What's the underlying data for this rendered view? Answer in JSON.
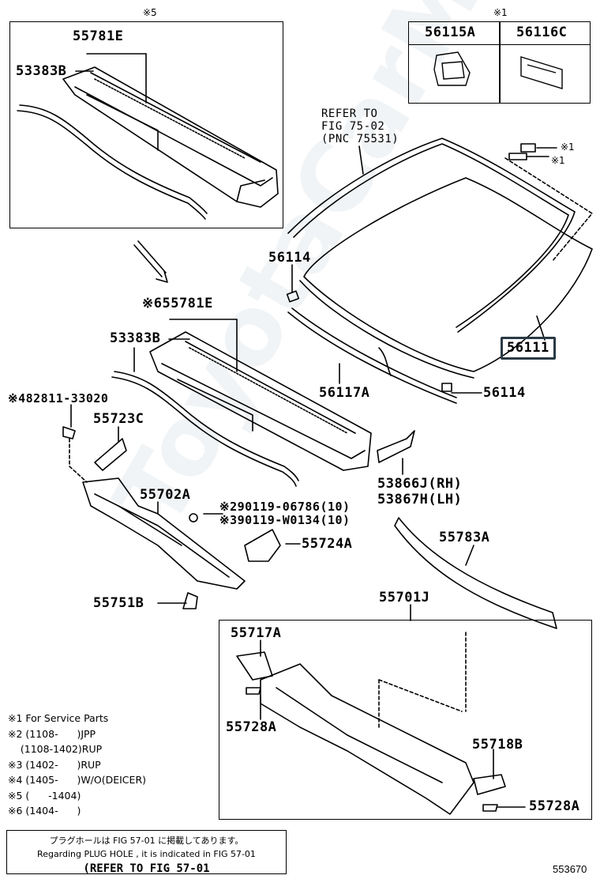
{
  "watermark": "ToyotaCarMiner.ru",
  "top_marks": {
    "box5": "※5",
    "box1": "※1"
  },
  "clip_table": {
    "headers": [
      "56115A",
      "56116C"
    ]
  },
  "labels": {
    "p55781E_top": "55781E",
    "p53383B_top": "53383B",
    "p55781E_mid": "※655781E",
    "p53383B_mid": "53383B",
    "p82811": "※482811-33020",
    "p55723C": "55723C",
    "p55702A": "55702A",
    "p90119a": "※290119-06786(10)",
    "p90119b": "※390119-W0134(10)",
    "p55724A": "55724A",
    "p55751B": "55751B",
    "p56114_top": "56114",
    "p56114_bot": "56114",
    "p56117A": "56117A",
    "p56111": "56111",
    "p53866J": "53866J(RH)",
    "p53867H": "53867H(LH)",
    "p55783A": "55783A",
    "p55701J": "55701J",
    "p55717A": "55717A",
    "p55728A_l": "55728A",
    "p55718B": "55718B",
    "p55728A_r": "55728A",
    "mark1a": "※1",
    "mark1b": "※1"
  },
  "refer": {
    "line1": "REFER TO",
    "line2": "FIG 75-02",
    "line3": "(PNC 75531)"
  },
  "legend": [
    "※1 For Service Parts",
    "※2 (1108-      )JPP",
    "    (1108-1402)RUP",
    "※3 (1402-      )RUP",
    "※4 (1405-      )W/O(DEICER)",
    "※5 (      -1404)",
    "※6 (1404-      )"
  ],
  "note": {
    "jp": "プラグホールは FIG 57-01 に掲載してあります。",
    "en": "Regarding  PLUG HOLE , it is indicated in FIG  57-01",
    "ref": "(REFER TO FIG 57-01"
  },
  "diagram_id": "553670"
}
